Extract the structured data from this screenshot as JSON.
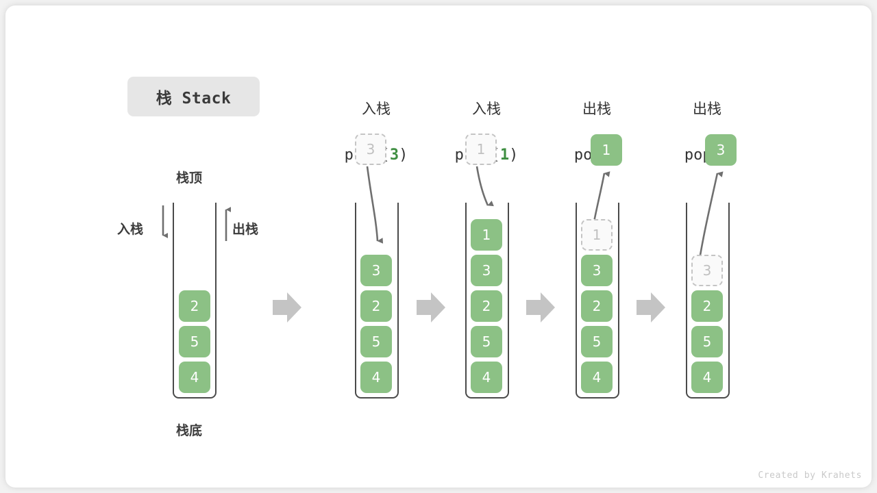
{
  "canvas": {
    "background": "#f2f2f2",
    "card_background": "#ffffff"
  },
  "colors": {
    "cell_green": "#8cc185",
    "arg_green": "#3e8e41",
    "ghost_border": "#c4c4c4",
    "ghost_text": "#c0c0c0",
    "wall": "#4a4a4a",
    "sep_arrow": "#c4c4c4",
    "label": "#3c3c3c",
    "credit": "#c9c9c9"
  },
  "title": {
    "badge_text": "栈 Stack"
  },
  "annotations": {
    "top_label": "栈顶",
    "bottom_label": "栈底",
    "push_side_label": "入栈",
    "pop_side_label": "出栈",
    "push_arrow_icon": "arrow-down-icon",
    "pop_arrow_icon": "arrow-up-icon"
  },
  "columns": [
    {
      "id": "initial",
      "head_cn": "",
      "head_fn": "",
      "head_arg": "",
      "floating": null,
      "cells": [
        {
          "value": "2",
          "state": "solid"
        },
        {
          "value": "5",
          "state": "solid"
        },
        {
          "value": "4",
          "state": "solid"
        }
      ]
    },
    {
      "id": "push-3",
      "head_cn": "入栈",
      "head_fn_prefix": "push(",
      "head_arg": "3",
      "head_fn_suffix": ")",
      "floating": {
        "value": "3",
        "state": "ghost"
      },
      "arrow_direction": "down",
      "cells": [
        {
          "value": "3",
          "state": "solid"
        },
        {
          "value": "2",
          "state": "solid"
        },
        {
          "value": "5",
          "state": "solid"
        },
        {
          "value": "4",
          "state": "solid"
        }
      ]
    },
    {
      "id": "push-1",
      "head_cn": "入栈",
      "head_fn_prefix": "push(",
      "head_arg": "1",
      "head_fn_suffix": ")",
      "floating": {
        "value": "1",
        "state": "ghost"
      },
      "arrow_direction": "down",
      "cells": [
        {
          "value": "1",
          "state": "solid"
        },
        {
          "value": "3",
          "state": "solid"
        },
        {
          "value": "2",
          "state": "solid"
        },
        {
          "value": "5",
          "state": "solid"
        },
        {
          "value": "4",
          "state": "solid"
        }
      ]
    },
    {
      "id": "pop-1",
      "head_cn": "出栈",
      "head_fn_prefix": "pop(",
      "head_arg": "",
      "head_fn_suffix": ")",
      "floating": {
        "value": "1",
        "state": "solid"
      },
      "arrow_direction": "up",
      "cells": [
        {
          "value": "1",
          "state": "ghost"
        },
        {
          "value": "3",
          "state": "solid"
        },
        {
          "value": "2",
          "state": "solid"
        },
        {
          "value": "5",
          "state": "solid"
        },
        {
          "value": "4",
          "state": "solid"
        }
      ]
    },
    {
      "id": "pop-3",
      "head_cn": "出栈",
      "head_fn_prefix": "pop(",
      "head_arg": "",
      "head_fn_suffix": ")",
      "floating": {
        "value": "3",
        "state": "solid"
      },
      "arrow_direction": "up",
      "cells": [
        {
          "value": "3",
          "state": "ghost"
        },
        {
          "value": "2",
          "state": "solid"
        },
        {
          "value": "5",
          "state": "solid"
        },
        {
          "value": "4",
          "state": "solid"
        }
      ]
    }
  ],
  "separators": [
    "step-arrow",
    "step-arrow",
    "step-arrow",
    "step-arrow"
  ],
  "credit": "Created by Krahets"
}
